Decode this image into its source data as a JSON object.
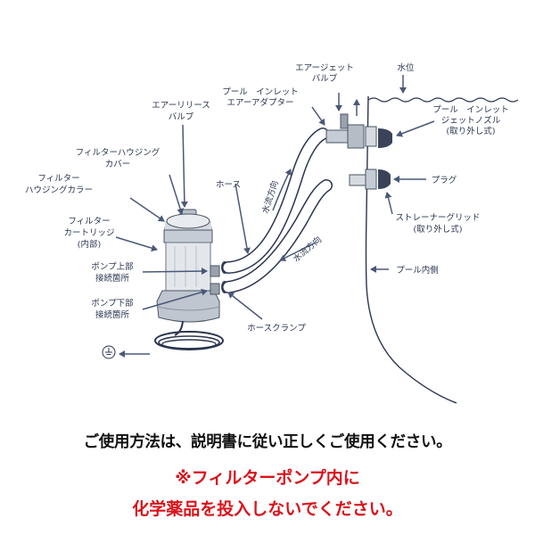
{
  "labels": {
    "air_jet_valve": [
      "エアージェット",
      "バルブ"
    ],
    "water_level": "水位",
    "pool_inlet_adapter": [
      "プール　インレット",
      "エアーアダプター"
    ],
    "pool_inlet_jet_nozzle": [
      "プール　インレット",
      "ジェットノズル",
      "(取り外し式)"
    ],
    "air_release_valve": [
      "エアーリリース",
      "バルブ"
    ],
    "filter_housing_cover": [
      "フィルターハウジング",
      "カバー"
    ],
    "filter_housing_collar": [
      "フィルター",
      "ハウジングカラー"
    ],
    "hose": "ホース",
    "plug": "プラグ",
    "filter_cartridge": [
      "フィルター",
      "カートリッジ",
      "(内部)"
    ],
    "strainer_grid": [
      "ストレーナーグリッド",
      "(取り外し式)"
    ],
    "pump_upper_connection": [
      "ポンプ上部",
      "接続箇所"
    ],
    "pump_lower_connection": [
      "ポンプ下部",
      "接続箇所"
    ],
    "pool_inner_side": "プール内側",
    "hose_clamp": "ホースクランプ",
    "flow_direction_1": "水流方向",
    "flow_direction_2": "水流方向"
  },
  "colors": {
    "ink": "#2b3550",
    "arrow": "#4a5878",
    "warning": "#d8141c",
    "text": "#111111"
  },
  "footer": {
    "usage_note": "ご使用方法は、説明書に従い正しくご使用ください。",
    "warning_line1": "※フィルターポンプ内に",
    "warning_line2": "化学薬品を投入しないでください。"
  }
}
